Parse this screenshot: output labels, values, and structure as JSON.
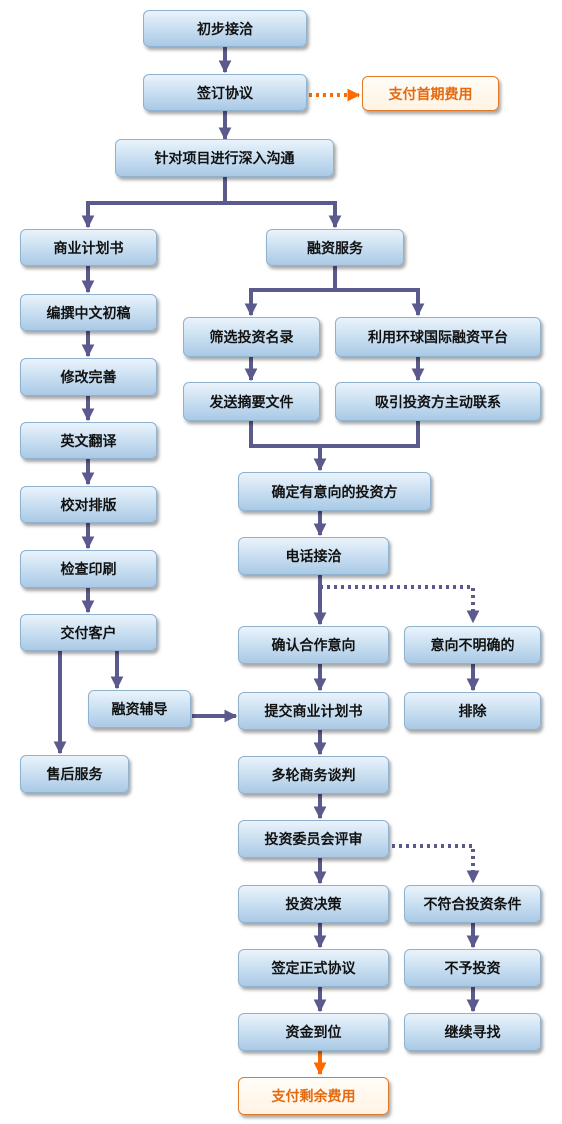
{
  "colors": {
    "arrow": "#5a5a8c",
    "orange_arrow": "#ff6a00",
    "node_fill": "#bcd6ee",
    "orange_text": "#e46a10"
  },
  "nodes": {
    "initial_contact": "初步接洽",
    "sign_agreement": "签订协议",
    "pay_first_fee": "支付首期费用",
    "deep_communication": "针对项目进行深入沟通",
    "business_plan": "商业计划书",
    "write_chinese_draft": "编撰中文初稿",
    "revise": "修改完善",
    "english_translation": "英文翻译",
    "proofread_layout": "校对排版",
    "check_print": "检查印刷",
    "deliver_client": "交付客户",
    "financing_coaching": "融资辅导",
    "after_sales": "售后服务",
    "financing_service": "融资服务",
    "screen_investor_list": "筛选投资名录",
    "global_platform": "利用环球国际融资平台",
    "send_summary": "发送摘要文件",
    "attract_investors": "吸引投资方主动联系",
    "identify_investors": "确定有意向的投资方",
    "phone_contact": "电话接洽",
    "confirm_intent": "确认合作意向",
    "unclear_intent": "意向不明确的",
    "exclude": "排除",
    "submit_plan": "提交商业计划书",
    "negotiation": "多轮商务谈判",
    "committee_review": "投资委员会评审",
    "not_qualified": "不符合投资条件",
    "investment_decision": "投资决策",
    "no_investment": "不予投资",
    "sign_formal": "签定正式协议",
    "keep_searching": "继续寻找",
    "funds_in_place": "资金到位",
    "pay_remaining": "支付剩余费用"
  }
}
